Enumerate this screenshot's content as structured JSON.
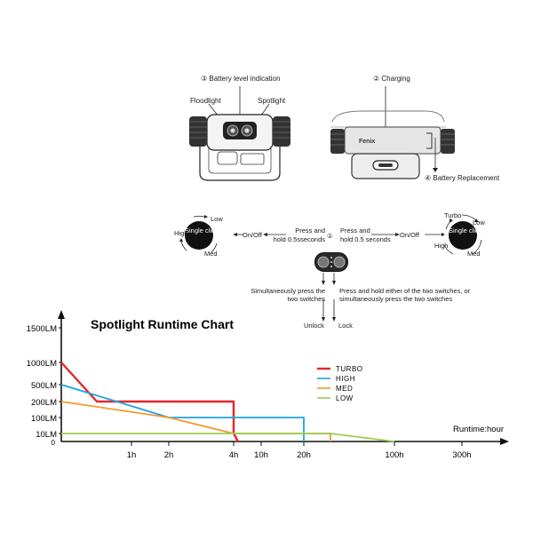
{
  "product_views": {
    "battery_indication": "③ Battery level indication",
    "floodlight": "Floodlight",
    "spotlight": "Spotlight",
    "charging": "② Charging",
    "battery_replacement": "④ Battery Replacement",
    "brand": "Fenix"
  },
  "controls": {
    "left_cycle": {
      "button": "Single click",
      "high": "High",
      "low": "Low",
      "med": "Med"
    },
    "right_cycle": {
      "button": "Single click",
      "turbo": "Turbo",
      "low": "Low",
      "high": "High",
      "med": "Med"
    },
    "on_off_left": "On/Off",
    "on_off_right": "On/Off",
    "press_left": "Press and hold 0.5sseconds",
    "press_right": "Press and hold 0.5 seconds",
    "press_left_line1": "Press and",
    "press_left_line2": "hold 0.5sseconds",
    "press_right_line1": "Press and",
    "press_right_line2": "hold 0.5 seconds",
    "step_marker": "①",
    "simultaneous": "Simultaneously press the two switches",
    "simultaneous_line1": "Simultaneously press the",
    "simultaneous_line2": "two switches",
    "either": "Press and hold either of the two switches, or simultaneously press the two switches",
    "either_line1": "Press and hold either of the two switches, or",
    "either_line2": "simultaneously press the two switches",
    "unlock": "Unlock",
    "lock": "Lock"
  },
  "chart_data": {
    "type": "line",
    "title": "Spotlight Runtime Chart",
    "xlabel": "Runtime:hour",
    "ylabel": "",
    "y_ticks": [
      "0",
      "10LM",
      "100LM",
      "200LM",
      "500LM",
      "1000LM",
      "1500LM"
    ],
    "x_ticks": [
      "1h",
      "2h",
      "4h",
      "10h",
      "20h",
      "100h",
      "300h"
    ],
    "legend_position": "center-right",
    "series": [
      {
        "name": "TURBO",
        "color": "#e8252b",
        "points": [
          [
            "0",
            "1000LM"
          ],
          [
            "0.5h",
            "200LM"
          ],
          [
            "4h",
            "200LM"
          ],
          [
            "4h",
            "10LM"
          ],
          [
            "4.1h",
            "0"
          ]
        ]
      },
      {
        "name": "HIGH",
        "color": "#1ea3e2",
        "points": [
          [
            "0",
            "500LM"
          ],
          [
            "2h",
            "100LM"
          ],
          [
            "20h",
            "100LM"
          ],
          [
            "20h",
            "0"
          ]
        ]
      },
      {
        "name": "MED",
        "color": "#f2992e",
        "points": [
          [
            "0",
            "200LM"
          ],
          [
            "2h",
            "100LM"
          ],
          [
            "4h",
            "10LM"
          ],
          [
            "20h",
            "10LM"
          ],
          [
            "28h",
            "10LM"
          ],
          [
            "28h",
            "0"
          ]
        ]
      },
      {
        "name": "LOW",
        "color": "#9ccc52",
        "points": [
          [
            "0",
            "10LM"
          ],
          [
            "4h",
            "10LM"
          ],
          [
            "28h",
            "10LM"
          ],
          [
            "100h",
            "0"
          ]
        ]
      }
    ]
  }
}
